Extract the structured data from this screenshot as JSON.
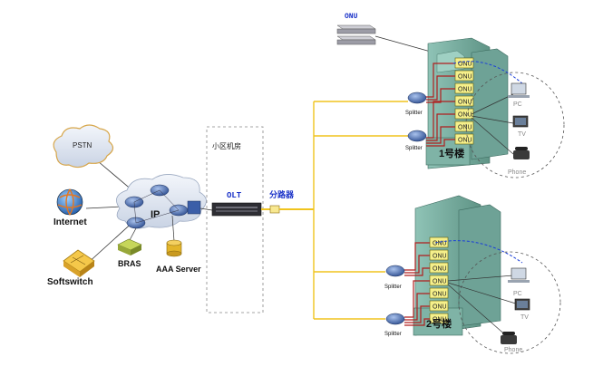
{
  "nodes": {
    "onu_top": "ONU",
    "pstn": "PSTN",
    "internet": "Internet",
    "softswitch": "Softswitch",
    "ip_cloud": "IP",
    "bras": "BRAS",
    "aaa_server": "AAA Server",
    "machine_room": "小区机房",
    "olt": "OLT",
    "splitter_main": "分路器",
    "splitter_small": "Splitter"
  },
  "buildings": [
    {
      "name": "1号楼",
      "onu_label": "ONU",
      "onu_count": 7,
      "devices": [
        "PC",
        "TV",
        "Phone"
      ]
    },
    {
      "name": "2号楼",
      "onu_label": "ONU",
      "onu_count": 7,
      "devices": [
        "PC",
        "TV",
        "Phone"
      ]
    }
  ],
  "colors": {
    "fiber": "#f0c41e",
    "copper": "#b01e1e",
    "link_blue": "#1a3fd8",
    "building": "#7fb3a6",
    "cloud": "#dfe6f2",
    "router": "#4a6fb0",
    "label_blue": "#1a32c8"
  }
}
